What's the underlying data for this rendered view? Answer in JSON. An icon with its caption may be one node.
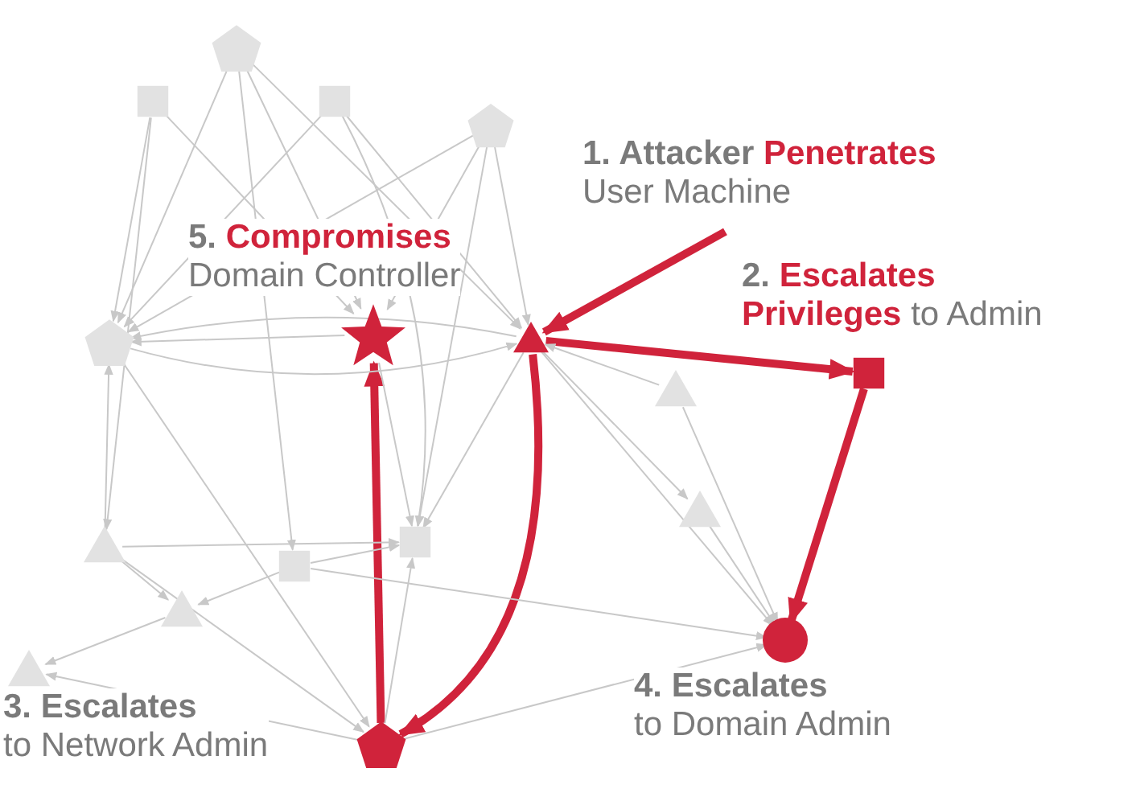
{
  "diagram": {
    "nodes": [
      {
        "text": [],
        "shape": "pentagon"
      },
      {
        "text": [],
        "shape": "box"
      },
      {
        "text": [],
        "shape": "box"
      },
      {
        "text": [],
        "shape": "pentagon"
      },
      {
        "text": [
          "1. Attacker **Penetrates**",
          "User Machine"
        ]
      },
      {
        "text": [],
        "shape": "star",
        "beside": [
          "5. **Compromises**",
          "Domain Controller"
        ]
      },
      {
        "text": [],
        "shape": "triangle"
      },
      {
        "text": [],
        "shape": "pentagon"
      },
      {
        "text": [],
        "shape": "box",
        "beside": [
          "2. **Escalates**",
          "**Privileges** to Admin"
        ]
      },
      {
        "text": [],
        "shape": "triangle"
      },
      {
        "text": [],
        "shape": "triangle"
      },
      {
        "text": [],
        "shape": "triangle"
      },
      {
        "text": [],
        "shape": "box"
      },
      {
        "text": [],
        "shape": "box"
      },
      {
        "text": [],
        "shape": "triangle"
      },
      {
        "text": [],
        "shape": "circle",
        "beside": [
          "4. Escalates",
          "to Domain Admin"
        ]
      },
      {
        "text": [],
        "shape": "triangle"
      },
      {
        "text": [],
        "shape": "pentagon",
        "beside": [
          "3. Escalates",
          "to Network Admin"
        ]
      }
    ],
    "edges": [
      {
        "from": 4,
        "to": 6,
        "arrow": "to",
        "style": "thick",
        "color": "#d0233b"
      },
      {
        "from": 6,
        "to": 8,
        "arrow": "to",
        "style": "thick",
        "color": "#d0233b"
      },
      {
        "from": 8,
        "to": 15,
        "arrow": "to",
        "style": "thick",
        "color": "#d0233b"
      },
      {
        "from": 6,
        "to": 17,
        "arrow": "to",
        "style": "thick",
        "color": "#d0233b"
      },
      {
        "from": 17,
        "to": 5,
        "arrow": "to",
        "style": "thick",
        "color": "#d0233b"
      },
      {
        "from": 0,
        "to": 7,
        "arrow": "to"
      },
      {
        "from": 0,
        "to": 13,
        "arrow": "to"
      },
      {
        "from": 0,
        "to": 5,
        "arrow": "to"
      },
      {
        "from": 0,
        "to": 6,
        "arrow": "to"
      },
      {
        "from": 1,
        "to": 7,
        "arrow": "to"
      },
      {
        "from": 1,
        "to": 11,
        "arrow": "to"
      },
      {
        "from": 1,
        "to": 5,
        "arrow": "to"
      },
      {
        "from": 2,
        "to": 7,
        "arrow": "to"
      },
      {
        "from": 2,
        "to": 6,
        "arrow": "to"
      },
      {
        "from": 2,
        "to": 12,
        "arrow": "to"
      },
      {
        "from": 3,
        "to": 7,
        "arrow": "to"
      },
      {
        "from": 3,
        "to": 5,
        "arrow": "to"
      },
      {
        "from": 3,
        "to": 6,
        "arrow": "to"
      },
      {
        "from": 3,
        "to": 12,
        "arrow": "to"
      },
      {
        "from": 7,
        "to": 6,
        "arrow": "to"
      },
      {
        "from": 5,
        "to": 7,
        "arrow": "to"
      },
      {
        "from": 6,
        "to": 7,
        "arrow": "to"
      },
      {
        "from": 11,
        "to": 7,
        "arrow": "to"
      },
      {
        "from": 11,
        "to": 12,
        "arrow": "to"
      },
      {
        "from": 11,
        "to": 14,
        "arrow": "to"
      },
      {
        "from": 13,
        "to": 12,
        "arrow": "to"
      },
      {
        "from": 13,
        "to": 14,
        "arrow": "to"
      },
      {
        "from": 13,
        "to": 15,
        "arrow": "to"
      },
      {
        "from": 14,
        "to": 16,
        "arrow": "to"
      },
      {
        "from": 17,
        "to": 16,
        "arrow": "to"
      },
      {
        "from": 17,
        "to": 12,
        "arrow": "to"
      },
      {
        "from": 17,
        "to": 15,
        "arrow": "to"
      },
      {
        "from": 6,
        "to": 12,
        "arrow": "to"
      },
      {
        "from": 6,
        "to": 10,
        "arrow": "to"
      },
      {
        "from": 6,
        "to": 15,
        "arrow": "to"
      },
      {
        "from": 9,
        "to": 6,
        "arrow": "to"
      },
      {
        "from": 9,
        "to": 15,
        "arrow": "to"
      },
      {
        "from": 10,
        "to": 15,
        "arrow": "to"
      },
      {
        "from": 5,
        "to": 12,
        "arrow": "to"
      },
      {
        "from": 11,
        "to": 17,
        "arrow": "to"
      },
      {
        "from": 7,
        "to": 17,
        "arrow": "to"
      }
    ]
  }
}
